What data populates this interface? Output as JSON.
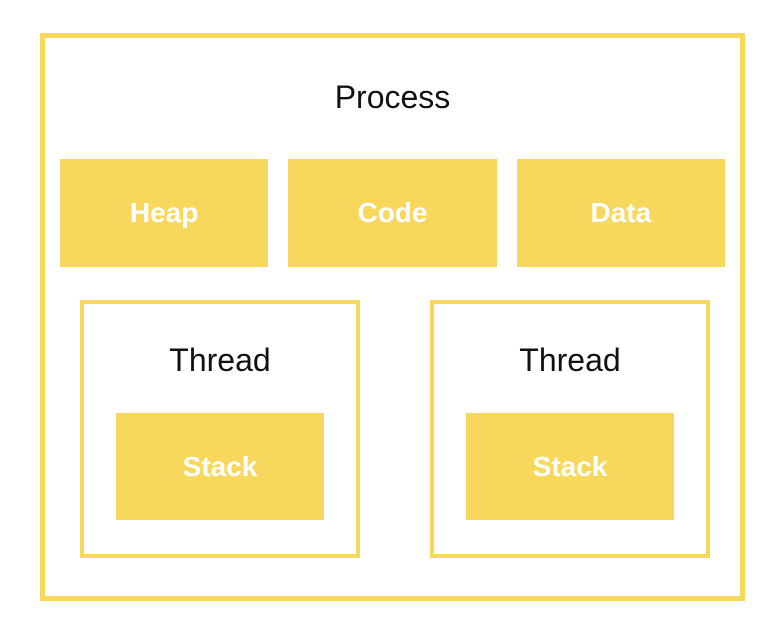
{
  "colors": {
    "yellow": "#f7d85c",
    "text_dark": "#111111",
    "text_light": "#ffffff",
    "background": "#ffffff"
  },
  "process": {
    "title": "Process",
    "segments": [
      {
        "label": "Heap"
      },
      {
        "label": "Code"
      },
      {
        "label": "Data"
      }
    ],
    "threads": [
      {
        "title": "Thread",
        "stack_label": "Stack"
      },
      {
        "title": "Thread",
        "stack_label": "Stack"
      }
    ]
  }
}
